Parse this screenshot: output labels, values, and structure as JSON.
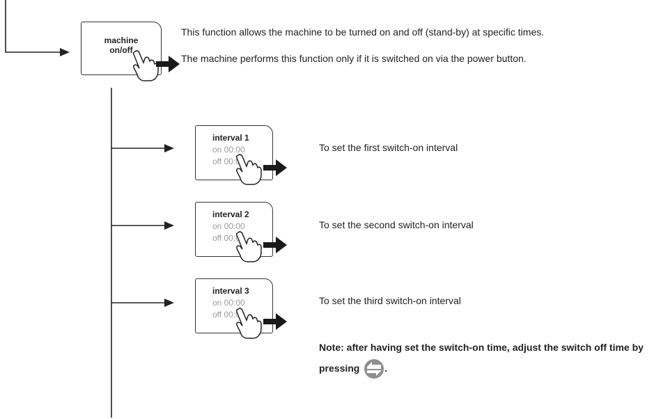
{
  "main_menu": {
    "title_line1": "machine",
    "title_line2": "on/off"
  },
  "intro": {
    "line1": "This function allows the machine to be turned on and off (stand-by) at specific times.",
    "line2": "The machine performs this function only if it is switched on via the power button."
  },
  "intervals": [
    {
      "title": "interval 1",
      "on_label": "on 00:00",
      "off_label": "off 00:00",
      "description": "To set the first switch-on interval"
    },
    {
      "title": "interval 2",
      "on_label": "on 00:00",
      "off_label": "off 00:00",
      "description": "To set the second switch-on interval"
    },
    {
      "title": "interval 3",
      "on_label": "on 00:00",
      "off_label": "off 00:00",
      "description": "To set the third switch-on interval"
    }
  ],
  "note": {
    "text": "Note: after having set the switch-on time, adjust the switch off time by pressing",
    "end": "."
  },
  "icons": {
    "hand": "pressing-hand-icon",
    "arrow": "right-arrow-icon",
    "key": "switch-arrows-key-icon"
  }
}
